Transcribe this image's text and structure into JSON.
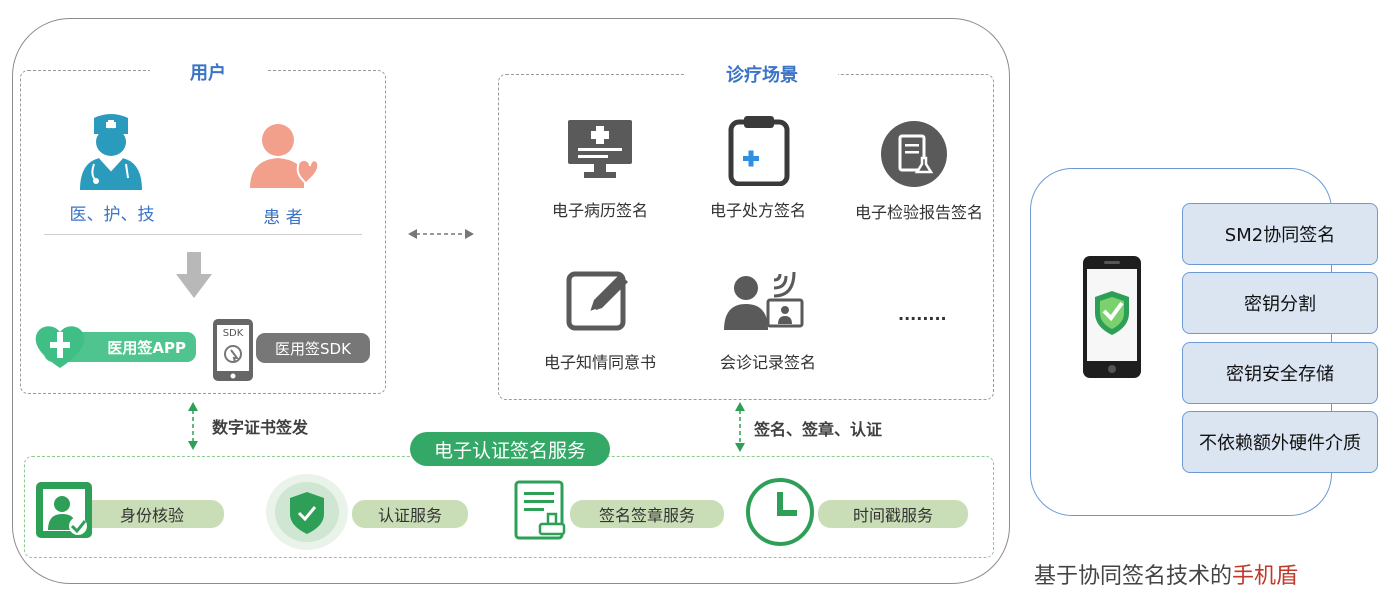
{
  "users": {
    "title": "用户",
    "doctor_label": "医、护、技",
    "patient_label": "患 者",
    "app_label": "医用签APP",
    "sdk_label": "医用签SDK",
    "sdk_badge": "SDK"
  },
  "scenes": {
    "title": "诊疗场景",
    "items": [
      "电子病历签名",
      "电子处方签名",
      "电子检验报告签名",
      "电子知情同意书",
      "会诊记录签名"
    ],
    "more": "........"
  },
  "edges": {
    "cert_issue": "数字证书签发",
    "sign_seal_auth": "签名、签章、认证"
  },
  "services": {
    "title": "电子认证签名服务",
    "items": [
      "身份核验",
      "认证服务",
      "签名签章服务",
      "时间戳服务"
    ]
  },
  "shield": {
    "features": [
      "SM2协同签名",
      "密钥分割",
      "密钥安全存储",
      "不依赖额外硬件介质"
    ],
    "caption_prefix": "基于协同签名技术的",
    "caption_highlight": "手机盾"
  },
  "colors": {
    "title_blue": "#3b73c6",
    "service_green": "#34a866",
    "pill_green": "#c9ddb6",
    "feature_fill": "#dbe5f2",
    "feature_border": "#6d9ad3",
    "highlight_red": "#c0392b"
  }
}
